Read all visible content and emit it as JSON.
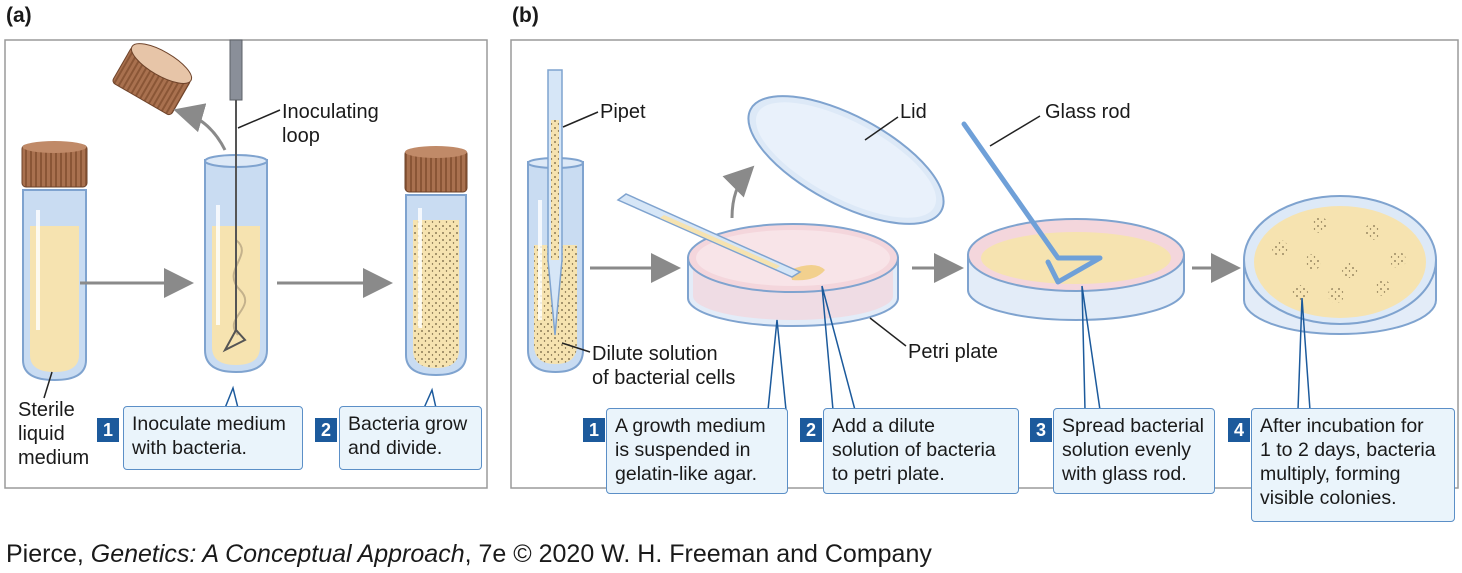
{
  "panels": {
    "a": "(a)",
    "b": "(b)"
  },
  "labels": {
    "inoculating_loop": [
      "Inoculating",
      "loop"
    ],
    "sterile_medium": [
      "Sterile",
      "liquid",
      "medium"
    ],
    "pipet": "Pipet",
    "lid": "Lid",
    "glass_rod": "Glass rod",
    "dilute_solution": [
      "Dilute solution",
      "of bacterial cells"
    ],
    "petri_plate": "Petri plate"
  },
  "steps_a": [
    {
      "num": "1",
      "lines": [
        "Inoculate medium",
        "with bacteria."
      ]
    },
    {
      "num": "2",
      "lines": [
        "Bacteria grow",
        "and divide."
      ]
    }
  ],
  "steps_b": [
    {
      "num": "1",
      "lines": [
        "A growth medium",
        "is suspended in",
        "gelatin-like agar."
      ]
    },
    {
      "num": "2",
      "lines": [
        "Add a dilute",
        "solution of bacteria",
        "to petri plate."
      ]
    },
    {
      "num": "3",
      "lines": [
        "Spread bacterial",
        "solution evenly",
        "with glass rod."
      ]
    },
    {
      "num": "4",
      "lines": [
        "After incubation for",
        "1 to 2 days, bacteria",
        "multiply, forming",
        "visible colonies."
      ]
    }
  ],
  "credit": {
    "author": "Pierce, ",
    "title": "Genetics: A Conceptual Approach",
    "rest": ", 7e © 2020 W. H. Freeman and Company"
  },
  "colors": {
    "panel_border": "#9a9a9a",
    "tube_glass": "#c9dcf2",
    "tube_outline": "#7fa3cf",
    "medium": "#f6e3b0",
    "cap": "#a0694a",
    "agar_pink": "#f4d6dc",
    "box_fill": "#eaf4fb",
    "box_border": "#5b8fc7",
    "step_number": "#1c5a9c",
    "arrow": "#8a8a8a"
  }
}
